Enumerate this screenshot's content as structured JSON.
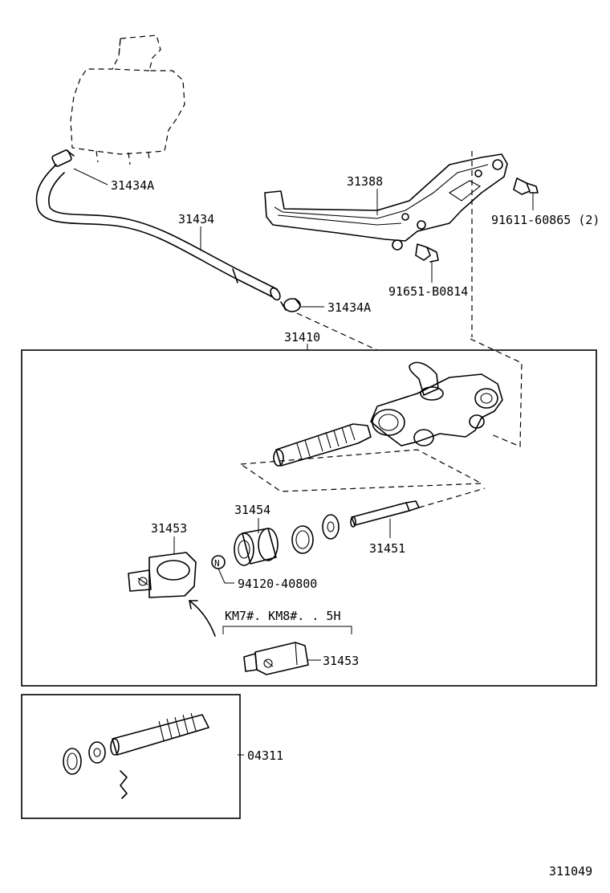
{
  "labels": {
    "hose_clamp_upper": "31434A",
    "hose": "31434",
    "hose_clamp_lower": "31434A",
    "bracket": "31388",
    "bolt_right": "91611-60865 (2)",
    "bolt_lower": "91651-B0814",
    "master_cylinder_assy": "31410",
    "boot": "31453",
    "retainer": "31454",
    "push_rod": "31451",
    "clevis_alt": "31453",
    "washer_n": "94120-40800",
    "variant_note": "KM7#. KM8#. . 5H",
    "kit": "04311",
    "diagram_number": "311049",
    "n_mark": "N"
  }
}
